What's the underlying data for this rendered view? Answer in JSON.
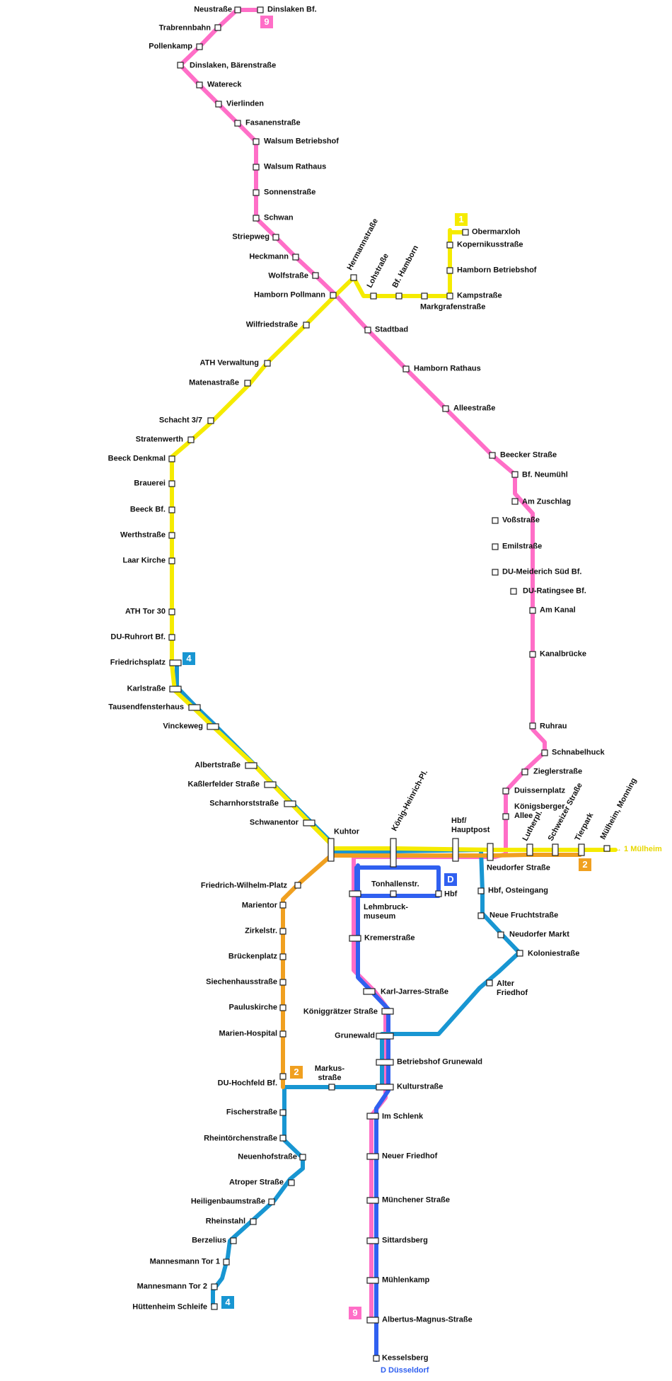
{
  "colors": {
    "line1": "#f5eb00",
    "line2": "#f0a020",
    "line4": "#1896d2",
    "line9": "#ff6ec7",
    "lineD": "#3060f0",
    "stop_fill": "#ffffff",
    "stop_stroke": "#222222"
  },
  "badges": {
    "b9_top": "9",
    "b1": "1",
    "b4_left": "4",
    "bD": "D",
    "b2_right": "2",
    "b2_left": "2",
    "b4_bottom": "4",
    "b9_bottom": "9"
  },
  "terminals": {
    "muelheim": "→ 1 Mülheim",
    "duesseldorf": "D Düsseldorf"
  },
  "stations": {
    "neustrasse": "Neustraße",
    "dinslaken_bf": "Dinslaken Bf.",
    "trabrennbahn": "Trabrennbahn",
    "pollenkamp": "Pollenkamp",
    "dinslaken_baerenstrasse": "Dinslaken, Bärenstraße",
    "watereck": "Watereck",
    "vierlinden": "Vierlinden",
    "fasanenstrasse": "Fasanenstraße",
    "walsum_betriebshof": "Walsum Betriebshof",
    "walsum_rathaus": "Walsum Rathaus",
    "sonnenstrasse": "Sonnenstraße",
    "schwan": "Schwan",
    "striepweg": "Striepweg",
    "heckmann": "Heckmann",
    "wolfstrasse": "Wolfstraße",
    "hamborn_pollmann": "Hamborn Pollmann",
    "hermannstrasse": "Hermannstraße",
    "lohstrasse": "Lohstraße",
    "bf_hamborn": "Bf. Hamborn",
    "markgrafenstrasse": "Markgrafenstraße",
    "kampstrasse": "Kampstraße",
    "hamborn_betriebshof": "Hamborn Betriebshof",
    "kopernikusstrasse": "Kopernikusstraße",
    "obermarxloh": "Obermarxloh",
    "stadtbad": "Stadtbad",
    "hamborn_rathaus": "Hamborn Rathaus",
    "alleestrasse": "Alleestraße",
    "beecker_strasse": "Beecker Straße",
    "bf_neumuehl": "Bf. Neumühl",
    "am_zuschlag": "Am Zuschlag",
    "vossstrasse": "Voßstraße",
    "emilstrasse": "Emilstraße",
    "du_meiderich_sued": "DU-Meiderich Süd Bf.",
    "du_ratingsee": "DU-Ratingsee Bf.",
    "am_kanal": "Am Kanal",
    "kanalbruecke": "Kanalbrücke",
    "ruhrau": "Ruhrau",
    "schnabelhuck": "Schnabelhuck",
    "zieglerstrasse": "Zieglerstraße",
    "duissernplatz": "Duissernplatz",
    "koenigsberger_allee": "Königsberger\nAllee",
    "wilfriedstrasse": "Wilfriedstraße",
    "ath_verwaltung": "ATH Verwaltung",
    "matenastrasse": "Matenastraße",
    "schacht": "Schacht 3/7",
    "stratenwerth": "Stratenwerth",
    "beeck_denkmal": "Beeck Denkmal",
    "brauerei": "Brauerei",
    "beeck_bf": "Beeck Bf.",
    "werthstrasse": "Werthstraße",
    "laar_kirche": "Laar Kirche",
    "ath_tor_30": "ATH Tor 30",
    "du_ruhrort": "DU-Ruhrort Bf.",
    "friedrichsplatz": "Friedrichsplatz",
    "karlstrasse": "Karlstraße",
    "tausendfensterhaus": "Tausendfensterhaus",
    "vinckeweg": "Vinckeweg",
    "albertstrasse": "Albertstraße",
    "kasslerfelder": "Kaßlerfelder Straße",
    "scharnhorststrasse": "Scharnhorststraße",
    "schwanentor": "Schwanentor",
    "kuhtor": "Kuhtor",
    "koenig_heinrich": "König-Heinrich-Pl.",
    "hbf_hauptpost": "Hbf/\nHauptpost",
    "neudorfer_strasse": "Neudorfer Straße",
    "lutherpl": "Lutherpl.",
    "schweizer_strasse": "Schweizer Straße",
    "tierpark": "Tierpark",
    "muelheim_monning": "Mülheim, Monning",
    "friedrich_wilhelm_platz": "Friedrich-Wilhelm-Platz",
    "tonhallenstr": "Tonhallenstr.",
    "hbf": "Hbf",
    "lehmbruck": "Lehmbruck-\nmuseum",
    "hbf_osteingang": "Hbf, Osteingang",
    "neue_fruchtstrasse": "Neue Fruchtstraße",
    "neudorfer_markt": "Neudorfer Markt",
    "koloniestrasse": "Koloniestraße",
    "alter_friedhof": "Alter\nFriedhof",
    "marientor": "Marientor",
    "zirkelstr": "Zirkelstr.",
    "brueckenplatz": "Brückenplatz",
    "siechenhausstrasse": "Siechenhausstraße",
    "pauluskirche": "Pauluskirche",
    "marien_hospital": "Marien-Hospital",
    "kremerstrasse": "Kremerstraße",
    "karl_jarres": "Karl-Jarres-Straße",
    "koeniggraetzer": "Königgrätzer Straße",
    "grunewald": "Grunewald",
    "betriebshof_grunewald": "Betriebshof Grunewald",
    "du_hochfeld": "DU-Hochfeld Bf.",
    "markusstrasse": "Markus-\nstraße",
    "kulturstrasse": "Kulturstraße",
    "fischerstrasse": "Fischerstraße",
    "im_schlenk": "Im Schlenk",
    "rheintoerchen": "Rheintörchenstraße",
    "neuenhofstrasse": "Neuenhofstraße",
    "neuer_friedhof": "Neuer Friedhof",
    "atroper": "Atroper Straße",
    "heiligenbaum": "Heiligenbaumstraße",
    "muenchener": "Münchener Straße",
    "rheinstahl": "Rheinstahl",
    "berzelius": "Berzelius",
    "sittardsberg": "Sittardsberg",
    "mannesmann1": "Mannesmann Tor 1",
    "mannesmann2": "Mannesmann Tor 2",
    "muehlenkamp": "Mühlenkamp",
    "huettenheim": "Hüttenheim Schleife",
    "albertus_magnus": "Albertus-Magnus-Straße",
    "kesselsberg": "Kesselsberg"
  }
}
